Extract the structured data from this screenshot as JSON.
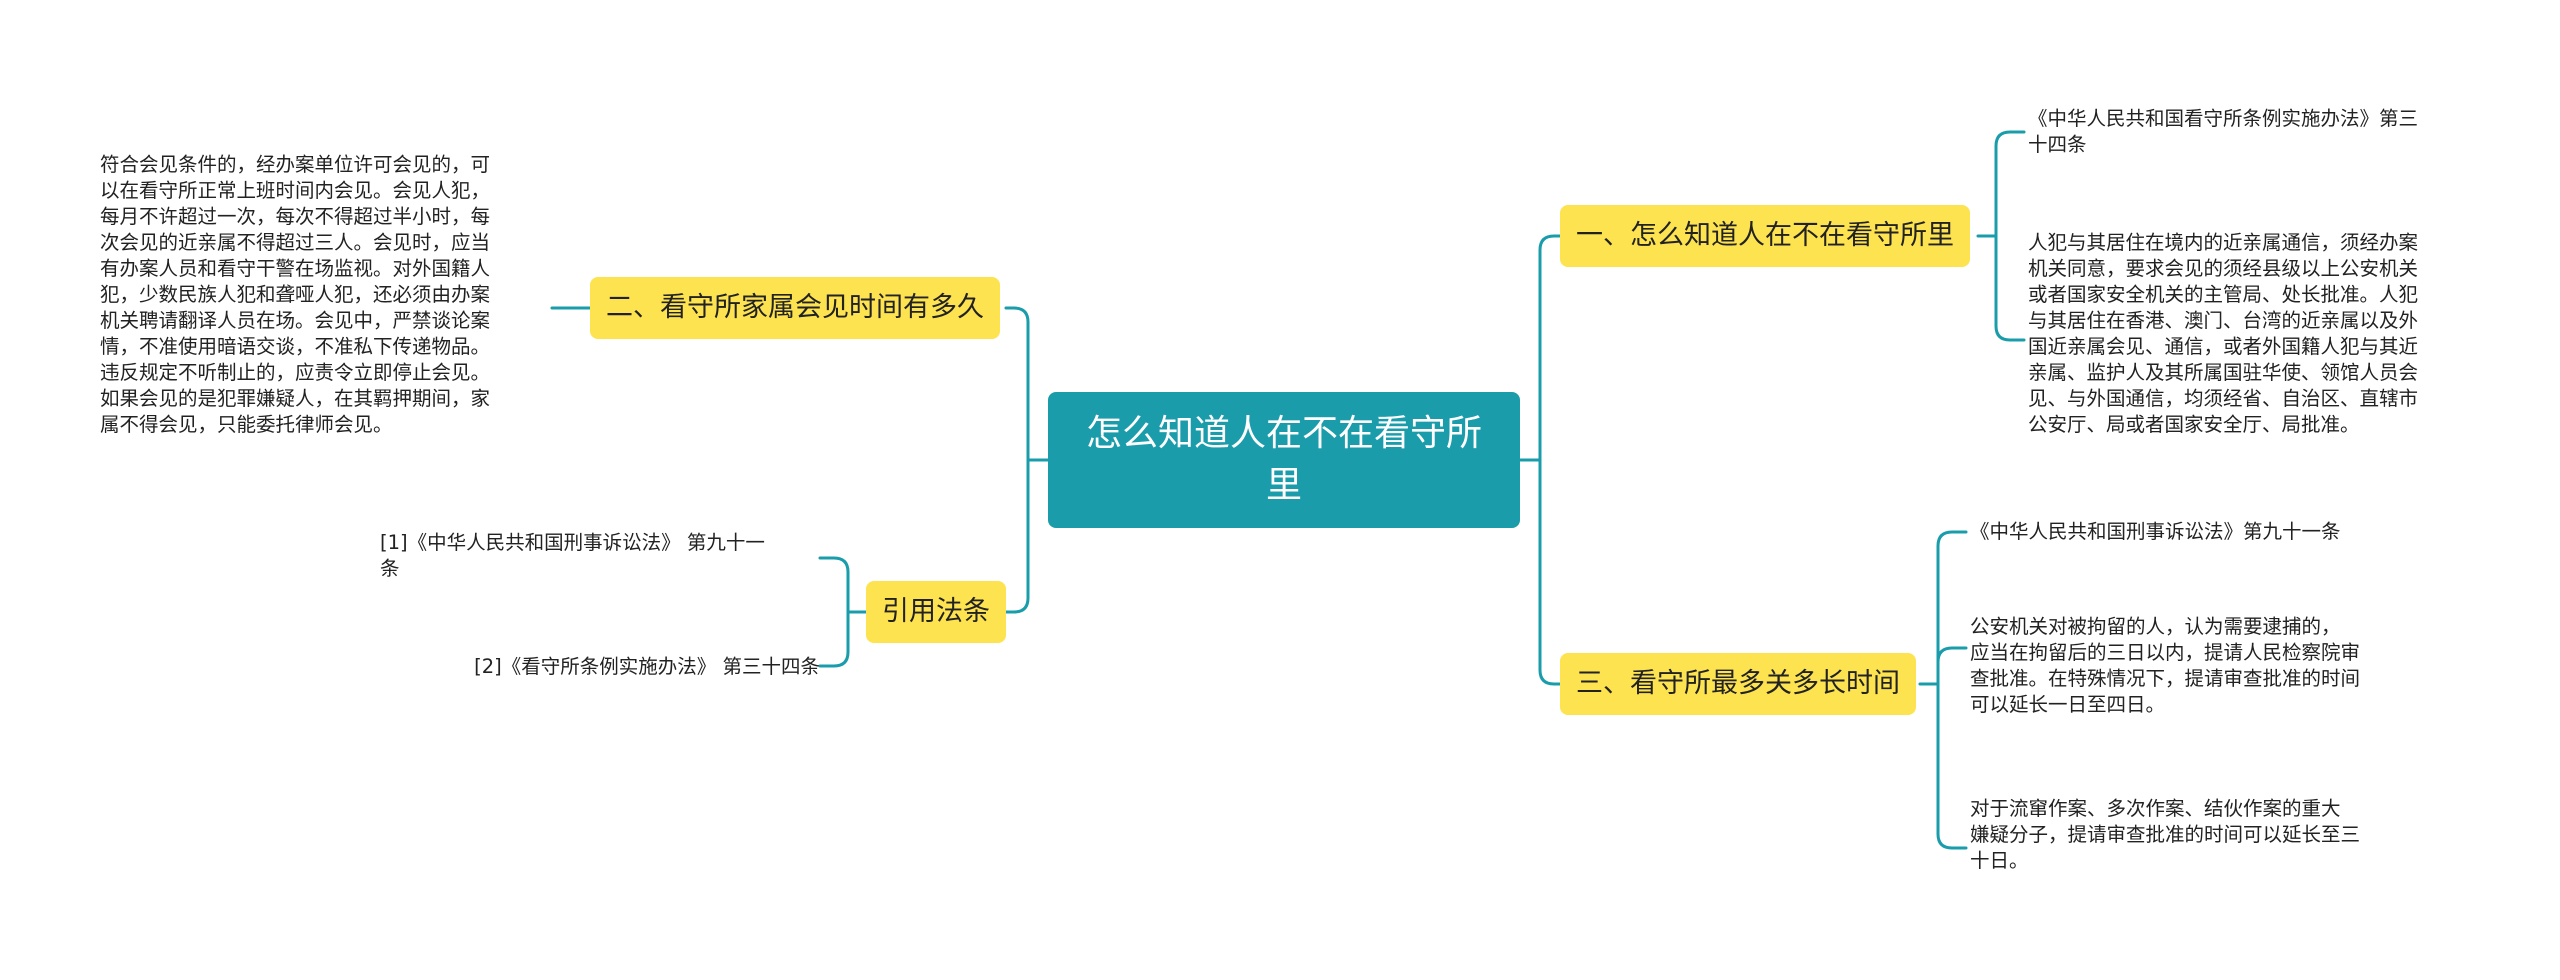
{
  "root": {
    "title": "怎么知道人在不在看守所里"
  },
  "right_top": {
    "label": "一、怎么知道人在不在看守所里",
    "leaves": [
      [
        "《中华人民共和国看守所条例实施办法》第三",
        "十四条"
      ],
      [
        "人犯与其居住在境内的近亲属通信，须经办案",
        "机关同意，要求会见的须经县级以上公安机关",
        "或者国家安全机关的主管局、处长批准。人犯",
        "与其居住在香港、澳门、台湾的近亲属以及外",
        "国近亲属会见、通信，或者外国籍人犯与其近",
        "亲属、监护人及其所属国驻华使、领馆人员会",
        "见、与外国通信，均须经省、自治区、直辖市",
        "公安厅、局或者国家安全厅、局批准。"
      ]
    ]
  },
  "right_bottom": {
    "label": "三、看守所最多关多长时间",
    "leaves": [
      [
        "《中华人民共和国刑事诉讼法》第九十一条"
      ],
      [
        " 公安机关对被拘留的人，认为需要逮捕的，",
        "应当在拘留后的三日以内，提请人民检察院审",
        "查批准。在特殊情况下，提请审查批准的时间",
        "可以延长一日至四日。"
      ],
      [
        " 对于流窜作案、多次作案、结伙作案的重大",
        "嫌疑分子，提请审查批准的时间可以延长至三",
        "十日。"
      ]
    ]
  },
  "left_top": {
    "label": "二、看守所家属会见时间有多久",
    "leaves": [
      [
        "符合会见条件的，经办案单位许可会见的，可",
        "以在看守所正常上班时间内会见。会见人犯，",
        "每月不许超过一次，每次不得超过半小时，每",
        "次会见的近亲属不得超过三人。会见时，应当",
        "有办案人员和看守干警在场监视。对外国籍人",
        "犯，少数民族人犯和聋哑人犯，还必须由办案",
        "机关聘请翻译人员在场。会见中，严禁谈论案",
        "情，不准使用暗语交谈，不准私下传递物品。",
        "违反规定不听制止的，应责令立即停止会见。",
        "如果会见的是犯罪嫌疑人，在其羁押期间，家",
        "属不得会见，只能委托律师会见。"
      ]
    ]
  },
  "left_bottom": {
    "label": "引用法条",
    "leaves": [
      [
        "[1]《中华人民共和国刑事诉讼法》 第九十一",
        "条"
      ],
      [
        "[2]《看守所条例实施办法》 第三十四条"
      ]
    ]
  },
  "colors": {
    "root": "#1a9cab",
    "branch": "#fde34f",
    "line": "#1a9cab"
  }
}
